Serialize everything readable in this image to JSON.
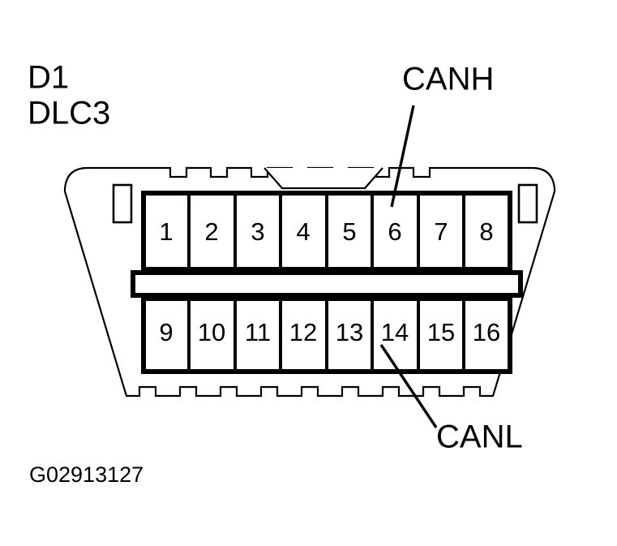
{
  "figure": {
    "title_line1": "D1",
    "title_line2": "DLC3",
    "figure_code": "G02913127"
  },
  "annotations": [
    {
      "label": "CANH",
      "points_to_pin": "6"
    },
    {
      "label": "CANL",
      "points_to_pin": "14"
    }
  ],
  "connector": {
    "name": "DLC3",
    "pin_count": 16,
    "rows": [
      {
        "row_name": "top-row",
        "pins": [
          {
            "number": "1"
          },
          {
            "number": "2"
          },
          {
            "number": "3"
          },
          {
            "number": "4"
          },
          {
            "number": "5"
          },
          {
            "number": "6"
          },
          {
            "number": "7"
          },
          {
            "number": "8"
          }
        ]
      },
      {
        "row_name": "bottom-row",
        "pins": [
          {
            "number": "9"
          },
          {
            "number": "10"
          },
          {
            "number": "11"
          },
          {
            "number": "12"
          },
          {
            "number": "13"
          },
          {
            "number": "14"
          },
          {
            "number": "15"
          },
          {
            "number": "16"
          }
        ]
      }
    ]
  },
  "colors": {
    "line": "#000000",
    "background": "#ffffff"
  }
}
